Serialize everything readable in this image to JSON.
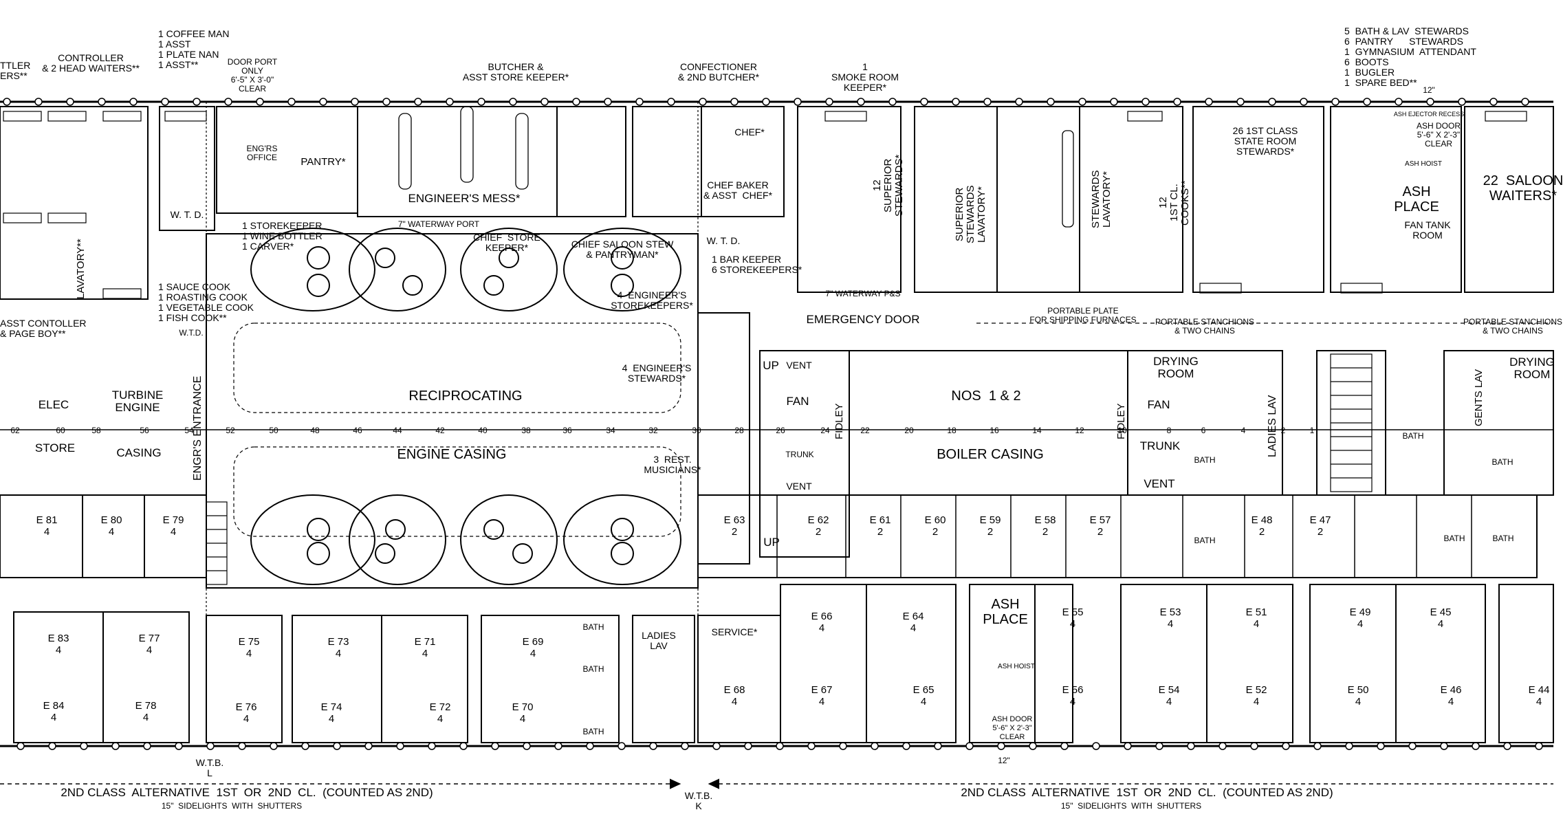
{
  "labels": {
    "coffee_crew": "1 COFFEE MAN\n1 ASST\n1 PLATE NAN\n1 ASST**",
    "controller": "CONTROLLER\n& 2 HEAD WAITERS**",
    "butler": "TTLER\nERS**",
    "door_port": "DOOR PORT\nONLY\n6'-5\" X 3'-0\"\nCLEAR",
    "butcher": "BUTCHER &\nASST STORE KEEPER*",
    "confectioner": "CONFECTIONER\n& 2ND BUTCHER*",
    "smoke_room": "1\nSMOKE ROOM\nKEEPER*",
    "bath_stewards": "5  BATH & LAV  STEWARDS\n6  PANTRY      STEWARDS\n1  GYMNASIUM  ATTENDANT\n6  BOOTS\n1  BUGLER\n1  SPARE BED**",
    "storekeeper": "1 STOREKEEPER\n1 WINE BOTTLER\n1 CARVER*",
    "pantry": "PANTRY*",
    "engineers_office": "ENG'RS\nOFFICE",
    "engineers_mess": "ENGINEER'S MESS*",
    "waterway_port": "7\" WATERWAY PORT",
    "chief_store_keeper": "CHIEF  STORE\nKEEPER*",
    "chief_saloon_stew": "CHIEF SALOON STEW\n& PANTRYMAN*",
    "chef": "CHEF*",
    "chef_baker": "CHEF BAKER\n& ASST  CHEF*",
    "bar_keeper": "1 BAR KEEPER\n6 STOREKEEPERS*",
    "waterway_ps": "7\" WATERWAY P&S",
    "superior_stewards_12": "12\nSUPERIOR\nSTEWARDS*",
    "superior_stewards_lav": "SUPERIOR\nSTEWARDS\nLAVATORY*",
    "stewards_lav": "STEWARDS\nLAVATORY*",
    "first_cl_cooks": "12\n1ST CL.\nCOOKS**",
    "state_room_stewards": "26 1ST CLASS\nSTATE ROOM\nSTEWARDS*",
    "ash_ejector": "ASH EJECTOR RECESS",
    "ash_door_top": "ASH DOOR\n5'-6\" X 2'-3\"\nCLEAR",
    "ash_hoist_top": "ASH HOIST",
    "ash_place_top": "ASH\nPLACE",
    "fan_tank_room": "FAN TANK\nROOM",
    "saloon_waiters": "22  SALOON\nWAITERS*",
    "twelve_inch_top": "12\"",
    "wtd_left": "W. T. D.",
    "wtd_mid": "W. T. D.",
    "cooks": "1 SAUCE COOK\n1 ROASTING COOK\n1 VEGETABLE COOK\n1 FISH COOK**",
    "lavatory_left": "LAVATORY**",
    "asst_controller": "ASST CONTOLLER\n& PAGE BOY**",
    "wtd_small": "W.T.D.",
    "elec": "ELEC",
    "store": "STORE",
    "turbine_engine": "TURBINE\nENGINE",
    "casing": "CASING",
    "engrs_entrance": "ENGR'S ENTRANCE",
    "reciprocating": "RECIPROCATING",
    "engine_casing": "ENGINE CASING",
    "four_eng_storekeepers": "4  ENGINEER'S\nSTOREKEEPERS*",
    "four_eng_stewards": "4  ENGINEER'S\nSTEWARDS*",
    "three_rest_musicians": "3  REST.\nMUSICIANS*",
    "emergency_door": "EMERGENCY DOOR",
    "portable_plate": "PORTABLE PLATE\nFOR SHIPPING FURNACES",
    "portable_stanchions": "PORTABLE STANCHIONS\n& TWO CHAINS",
    "portable_stanchions_right": "PORTABLE STANCHIONS\n& TWO CHAINS",
    "up": "UP",
    "vent": "VENT",
    "fan": "FAN",
    "fidley": "FIDLEY",
    "trunk_small": "TRUNK",
    "nos_1_2": "NOS  1 & 2",
    "boiler_casing": "BOILER CASING",
    "drying_room": "DRYING\nROOM",
    "drying_room_right": "DRYING\nROOM",
    "trunk": "TRUNK",
    "ladies_lav": "LADIES LAV",
    "gents_lav": "GENTS LAV",
    "bath": "BATH",
    "ash_place_bottom": "ASH\nPLACE",
    "ash_hoist_bottom": "ASH HOIST",
    "ash_door_bottom": "ASH DOOR\n5'-6\" X 2'-3\"\nCLEAR",
    "ladies_lav_bottom": "LADIES\nLAV",
    "service": "SERVICE*",
    "wtb_l": "W.T.B.\nL",
    "wtb_k": "W.T.B.\nK",
    "twelve_inch_bottom": "12\"",
    "bottom_left_caption": "2ND CLASS  ALTERNATIVE  1ST  OR  2ND  CL.  (COUNTED AS 2ND)",
    "bottom_left_sub": "15\"  SIDELIGHTS  WITH  SHUTTERS",
    "bottom_right_caption": "2ND CLASS  ALTERNATIVE  1ST  OR  2ND  CL.  (COUNTED AS 2ND)",
    "bottom_right_sub": "15\"  SIDELIGHTS  WITH  SHUTTERS"
  },
  "frame_numbers": [
    "62",
    "60",
    "58",
    "56",
    "54",
    "52",
    "50",
    "48",
    "46",
    "44",
    "42",
    "40",
    "38",
    "36",
    "34",
    "32",
    "30",
    "28",
    "26",
    "24",
    "22",
    "20",
    "18",
    "16",
    "14",
    "12",
    "10",
    "8",
    "6",
    "4",
    "2",
    "1"
  ],
  "cabins_upper": [
    {
      "id": "E 81",
      "berths": "4"
    },
    {
      "id": "E 80",
      "berths": "4"
    },
    {
      "id": "E 79",
      "berths": "4"
    },
    {
      "id": "E 63",
      "berths": "2"
    },
    {
      "id": "E 62",
      "berths": "2"
    },
    {
      "id": "E 61",
      "berths": "2"
    },
    {
      "id": "E 60",
      "berths": "2"
    },
    {
      "id": "E 59",
      "berths": "2"
    },
    {
      "id": "E 58",
      "berths": "2"
    },
    {
      "id": "E 57",
      "berths": "2"
    },
    {
      "id": "E 48",
      "berths": "2"
    },
    {
      "id": "E 47",
      "berths": "2"
    }
  ],
  "cabins_lower": [
    {
      "id": "E 83",
      "berths": "4"
    },
    {
      "id": "E 77",
      "berths": "4"
    },
    {
      "id": "E 84",
      "berths": "4"
    },
    {
      "id": "E 78",
      "berths": "4"
    },
    {
      "id": "E 75",
      "berths": "4"
    },
    {
      "id": "E 73",
      "berths": "4"
    },
    {
      "id": "E 71",
      "berths": "4"
    },
    {
      "id": "E 69",
      "berths": "4"
    },
    {
      "id": "E 76",
      "berths": "4"
    },
    {
      "id": "E 74",
      "berths": "4"
    },
    {
      "id": "E 72",
      "berths": "4"
    },
    {
      "id": "E 70",
      "berths": "4"
    },
    {
      "id": "E 68",
      "berths": "4"
    },
    {
      "id": "E 66",
      "berths": "4"
    },
    {
      "id": "E 64",
      "berths": "4"
    },
    {
      "id": "E 67",
      "berths": "4"
    },
    {
      "id": "E 65",
      "berths": "4"
    },
    {
      "id": "E 55",
      "berths": "4"
    },
    {
      "id": "E 56",
      "berths": "4"
    },
    {
      "id": "E 53",
      "berths": "4"
    },
    {
      "id": "E 51",
      "berths": "4"
    },
    {
      "id": "E 54",
      "berths": "4"
    },
    {
      "id": "E 52",
      "berths": "4"
    },
    {
      "id": "E 49",
      "berths": "4"
    },
    {
      "id": "E 45",
      "berths": "4"
    },
    {
      "id": "E 50",
      "berths": "4"
    },
    {
      "id": "E 46",
      "berths": "4"
    },
    {
      "id": "E 44",
      "berths": "4"
    }
  ],
  "colors": {
    "ink": "#000000",
    "paper": "#ffffff"
  }
}
